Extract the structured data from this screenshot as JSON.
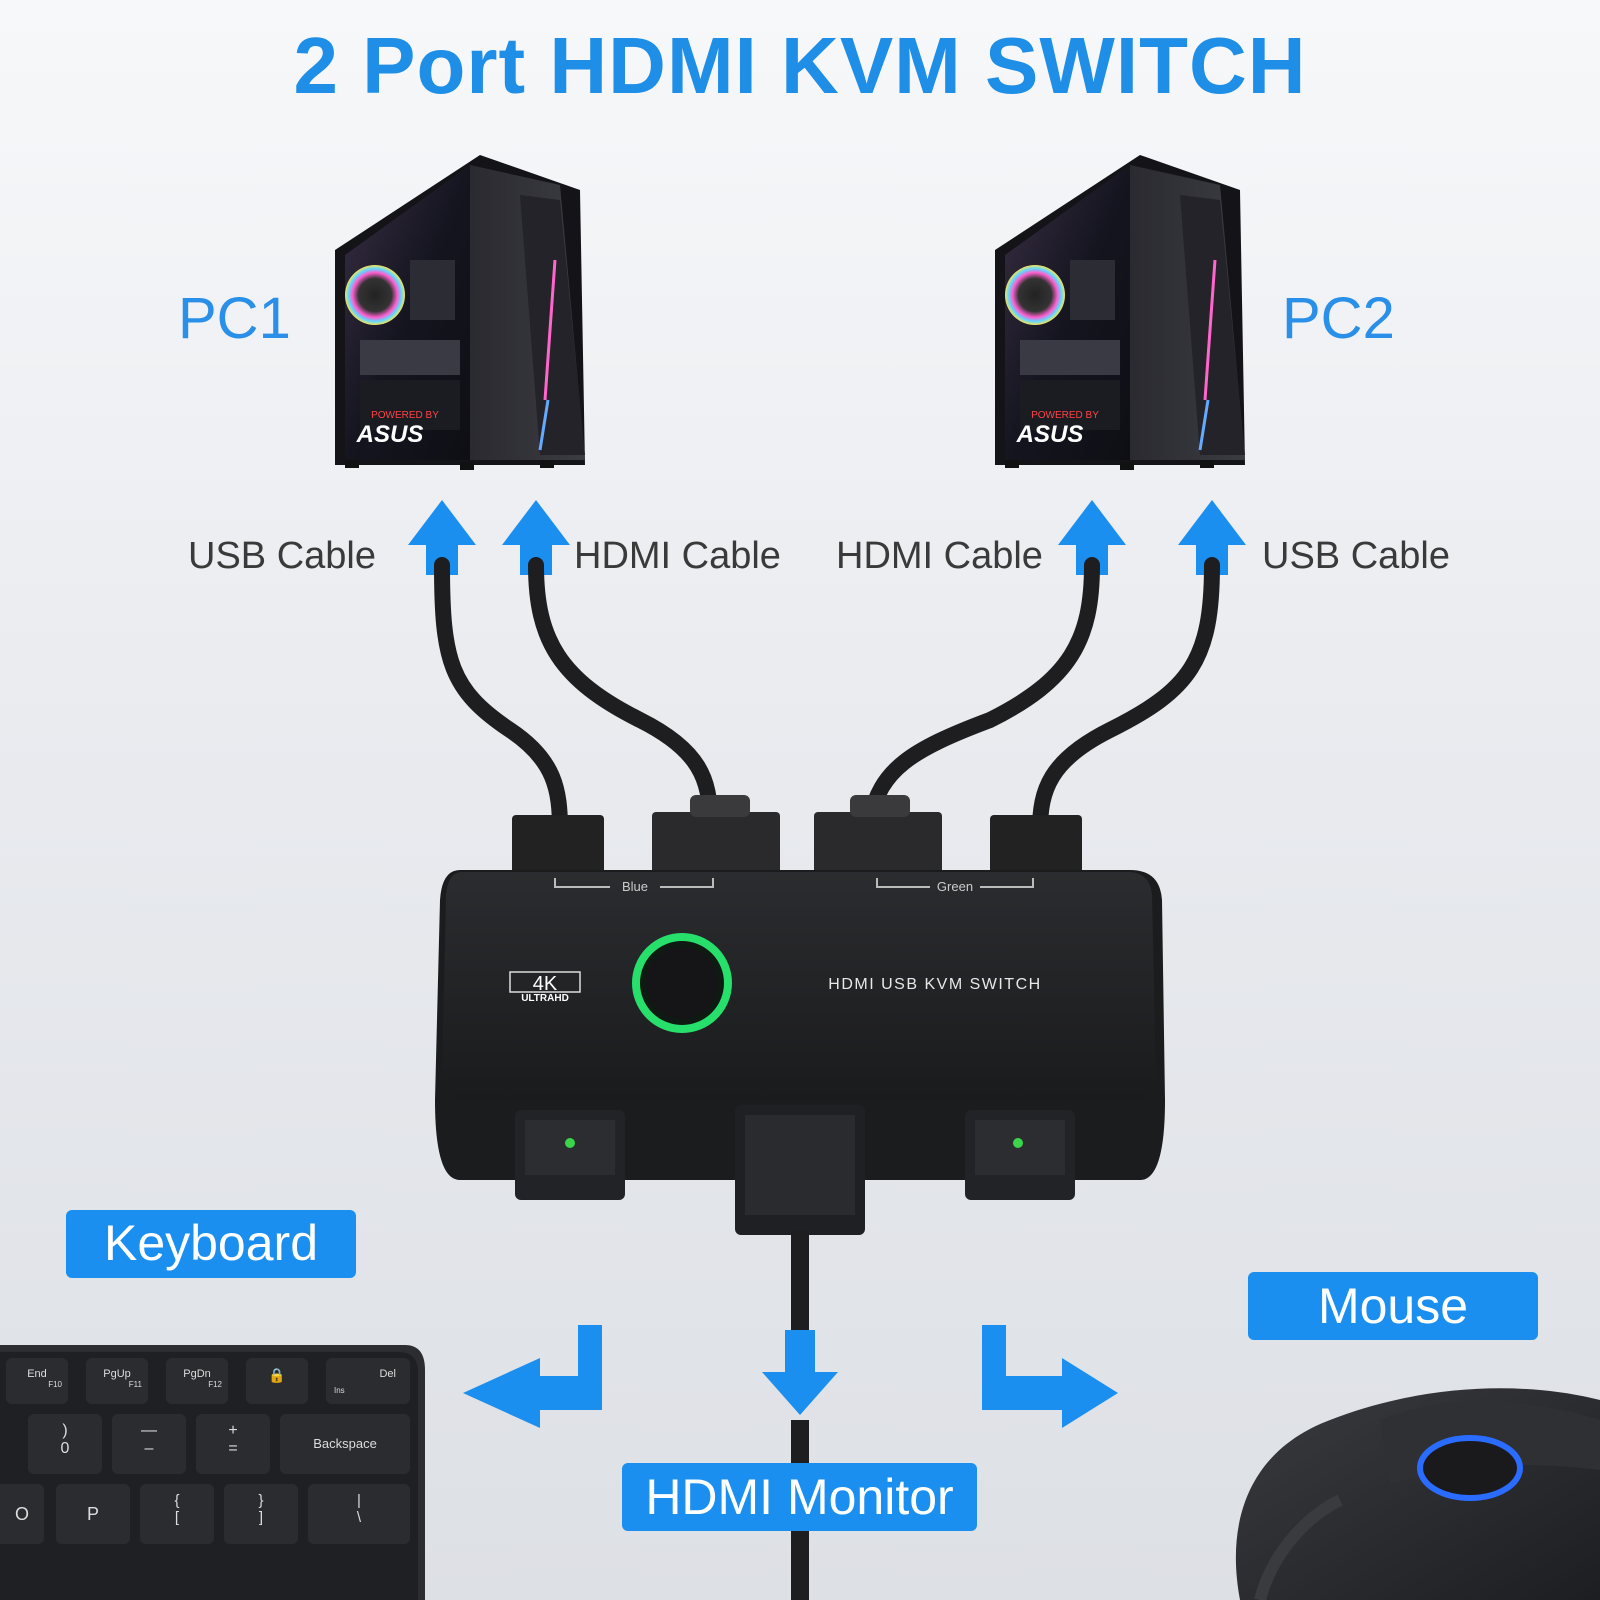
{
  "title": "2 Port HDMI KVM SWITCH",
  "pc1": {
    "label": "PC1",
    "brand": "ASUS",
    "brand_prefix": "POWERED BY"
  },
  "pc2": {
    "label": "PC2",
    "brand": "ASUS",
    "brand_prefix": "POWERED BY"
  },
  "cables": {
    "pc1_usb": "USB Cable",
    "pc1_hdmi": "HDMI Cable",
    "pc2_hdmi": "HDMI Cable",
    "pc2_usb": "USB Cable"
  },
  "switch": {
    "port_group_left": "Blue",
    "port_group_right": "Green",
    "badge_main": "4K",
    "badge_sub": "ULTRAHD",
    "name": "HDMI USB KVM SWITCH",
    "button_ring_color": "#27e06b",
    "led_color": "#39d64a"
  },
  "outputs": {
    "keyboard": "Keyboard",
    "mouse": "Mouse",
    "monitor": "HDMI Monitor"
  },
  "keyboard_keys": {
    "row1": [
      "End",
      "PgUp",
      "PgDn",
      "🔒",
      "Del"
    ],
    "row1_sub": [
      "F10",
      "F11",
      "F12",
      "",
      "Ins"
    ],
    "row2": [
      ")",
      "—",
      "+",
      "Backspace"
    ],
    "row2_sub": [
      "0",
      "–",
      "=",
      ""
    ],
    "row3": [
      "O",
      "P",
      "{",
      "}",
      "|"
    ],
    "row3_sub": [
      "",
      "",
      "[",
      "]",
      "\\"
    ]
  },
  "colors": {
    "accent": "#1a8ff0",
    "title": "#1e8ee6",
    "arrow": "#1a8ff0"
  }
}
